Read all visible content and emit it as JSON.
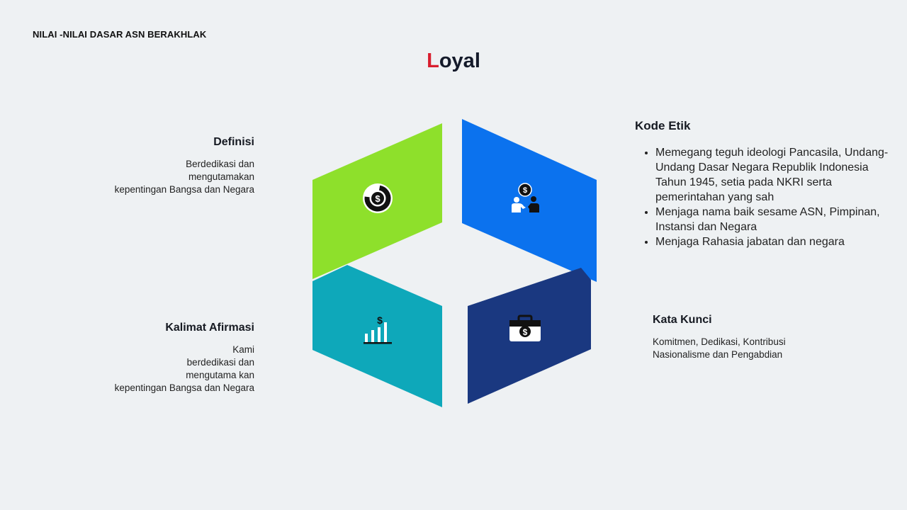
{
  "header": {
    "label": "NILAI -NILAI DASAR ASN BERAKHLAK"
  },
  "title": {
    "first_letter": "L",
    "rest": "oyal"
  },
  "colors": {
    "accent_red": "#d91e2e",
    "green": "#8ee02b",
    "blue": "#0b72ee",
    "teal": "#0ea8ba",
    "navy": "#1a3880",
    "background": "#eef1f3"
  },
  "icons": {
    "definisi": "dollar-donut-icon",
    "kode_etik": "people-dollar-icon",
    "afirmasi": "bar-chart-dollar-icon",
    "kata_kunci": "briefcase-dollar-icon"
  },
  "definisi": {
    "heading": "Definisi",
    "lines": [
      "Berdedikasi dan",
      "mengutamakan",
      "kepentingan Bangsa dan Negara"
    ]
  },
  "afirmasi": {
    "heading": "Kalimat Afirmasi",
    "lines": [
      "Kami",
      "berdedikasi dan",
      "mengutama kan",
      "kepentingan Bangsa dan Negara"
    ]
  },
  "kode_etik": {
    "heading": "Kode Etik",
    "items": [
      "Memegang teguh ideologi Pancasila, Undang-Undang Dasar Negara Republik Indonesia Tahun 1945, setia pada NKRI serta pemerintahan yang sah",
      "Menjaga nama baik sesame ASN, Pimpinan, Instansi dan Negara",
      "Menjaga Rahasia jabatan dan negara"
    ]
  },
  "kata_kunci": {
    "heading": "Kata Kunci",
    "lines": [
      "Komitmen, Dedikasi, Kontribusi",
      "Nasionalisme dan Pengabdian"
    ]
  }
}
